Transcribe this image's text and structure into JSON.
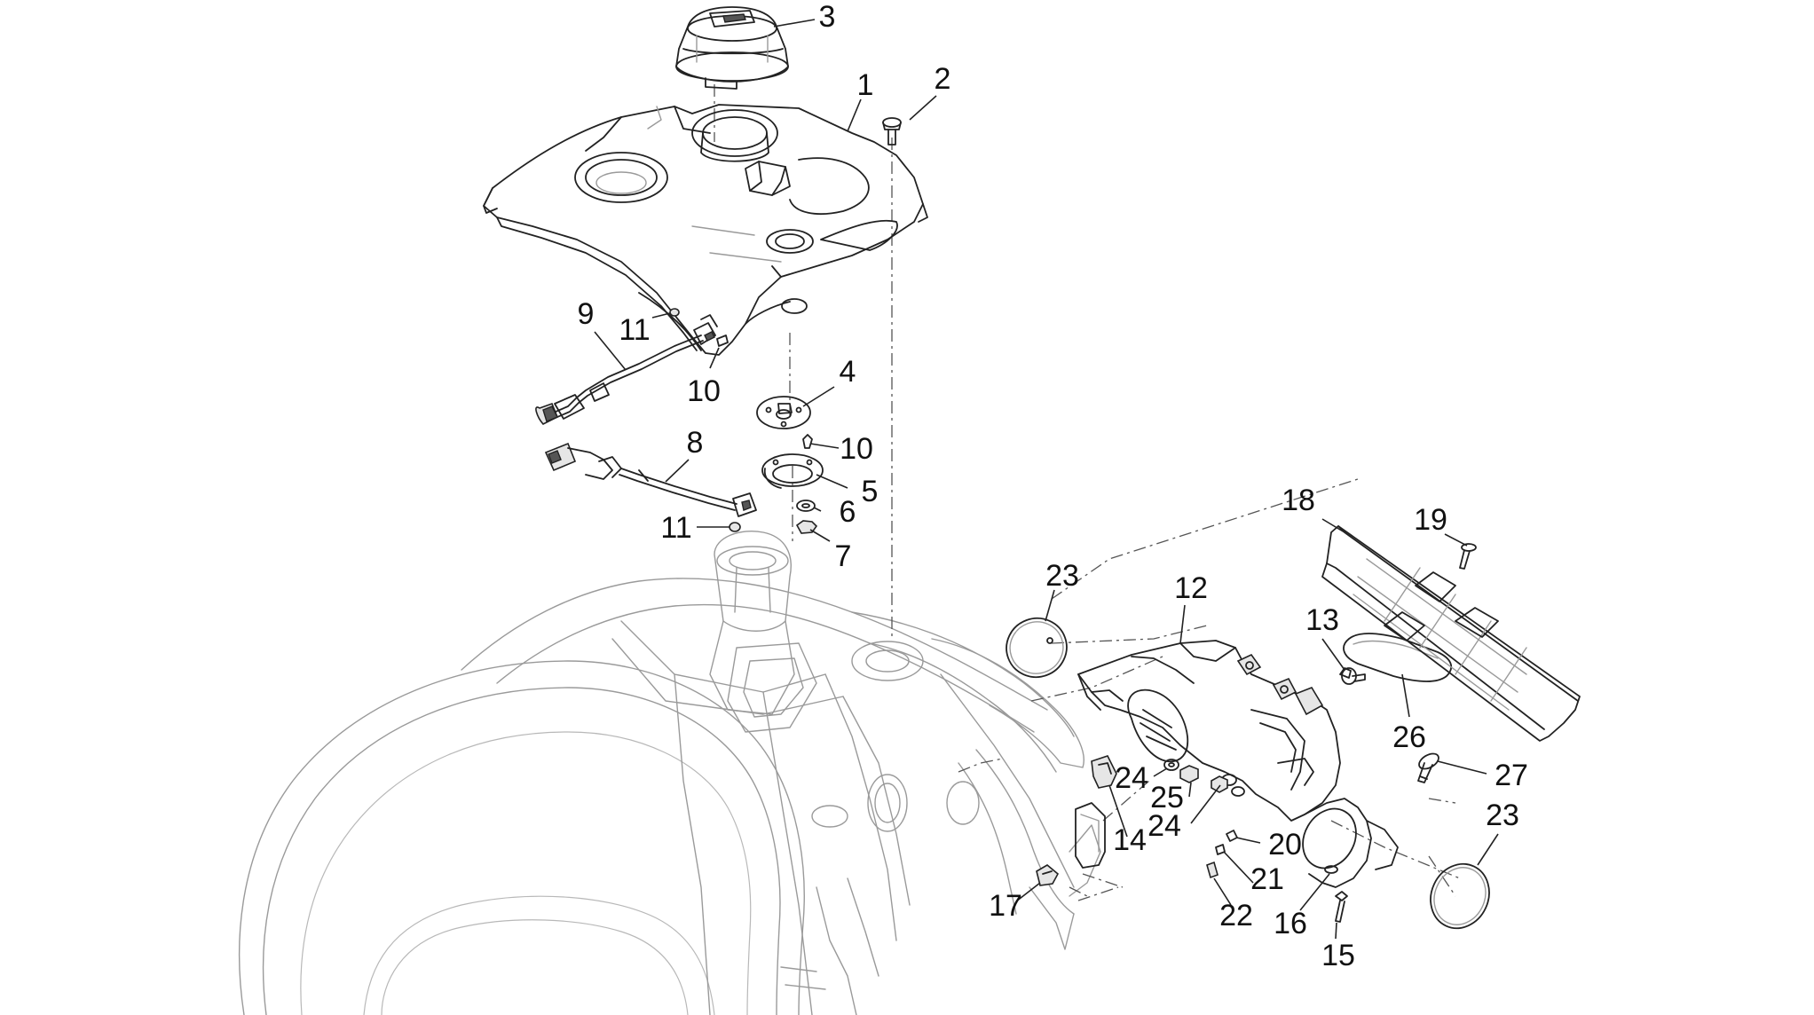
{
  "diagram": {
    "callouts": [
      {
        "id": "c3",
        "text": "3"
      },
      {
        "id": "c1",
        "text": "1"
      },
      {
        "id": "c2",
        "text": "2"
      },
      {
        "id": "c9",
        "text": "9"
      },
      {
        "id": "c11a",
        "text": "11"
      },
      {
        "id": "c10a",
        "text": "10"
      },
      {
        "id": "c4",
        "text": "4"
      },
      {
        "id": "c10b",
        "text": "10"
      },
      {
        "id": "c8",
        "text": "8"
      },
      {
        "id": "c5",
        "text": "5"
      },
      {
        "id": "c6",
        "text": "6"
      },
      {
        "id": "c11b",
        "text": "11"
      },
      {
        "id": "c7",
        "text": "7"
      },
      {
        "id": "c18",
        "text": "18"
      },
      {
        "id": "c19",
        "text": "19"
      },
      {
        "id": "c23a",
        "text": "23"
      },
      {
        "id": "c12",
        "text": "12"
      },
      {
        "id": "c13",
        "text": "13"
      },
      {
        "id": "c26",
        "text": "26"
      },
      {
        "id": "c27",
        "text": "27"
      },
      {
        "id": "c23b",
        "text": "23"
      },
      {
        "id": "c24a",
        "text": "24"
      },
      {
        "id": "c25",
        "text": "25"
      },
      {
        "id": "c24b",
        "text": "24"
      },
      {
        "id": "c14",
        "text": "14"
      },
      {
        "id": "c20",
        "text": "20"
      },
      {
        "id": "c21",
        "text": "21"
      },
      {
        "id": "c17",
        "text": "17"
      },
      {
        "id": "c22",
        "text": "22"
      },
      {
        "id": "c16",
        "text": "16"
      },
      {
        "id": "c15",
        "text": "15"
      }
    ]
  }
}
